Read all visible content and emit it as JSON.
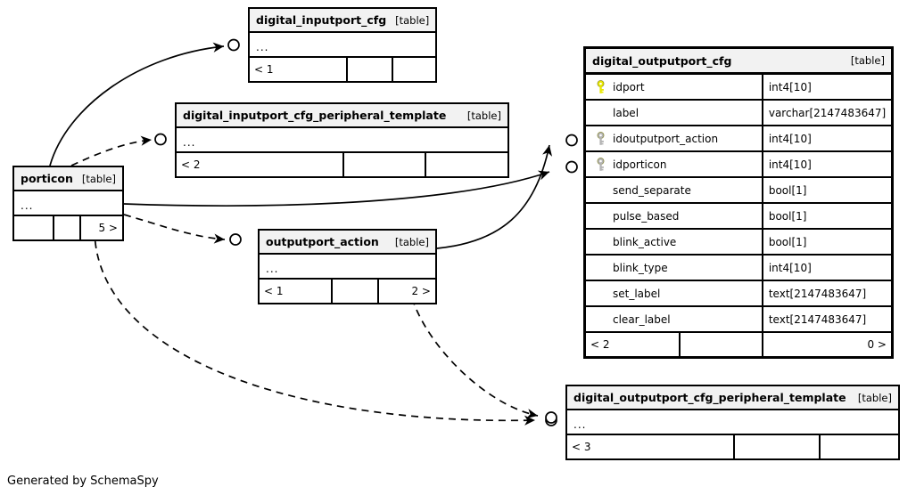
{
  "diagram": {
    "caption": "Generated by SchemaSpy",
    "table_tag": "[table]",
    "ellipsis": "...",
    "key_icon_primary": "key-icon-primary",
    "key_icon_foreign": "key-icon-foreign",
    "colors": {
      "primary_key": "#e8e800",
      "foreign_key": "#b3b3b3",
      "header_fill": "#f2f2f2",
      "border": "#000000",
      "background": "#ffffff"
    }
  },
  "tables": [
    {
      "id": "digital_inputport_cfg",
      "name": "digital_inputport_cfg",
      "tag": "[table]",
      "ellipsis": "...",
      "footer": [
        "< 1",
        "",
        ""
      ]
    },
    {
      "id": "digital_inputport_cfg_peripheral_template",
      "name": "digital_inputport_cfg_peripheral_template",
      "tag": "[table]",
      "ellipsis": "...",
      "footer": [
        "< 2",
        "",
        ""
      ]
    },
    {
      "id": "porticon",
      "name": "porticon",
      "tag": "[table]",
      "ellipsis": "...",
      "footer": [
        "",
        "",
        "5 >"
      ]
    },
    {
      "id": "outputport_action",
      "name": "outputport_action",
      "tag": "[table]",
      "ellipsis": "...",
      "footer": [
        "< 1",
        "",
        "2 >"
      ]
    },
    {
      "id": "digital_outputport_cfg",
      "name": "digital_outputport_cfg",
      "tag": "[table]",
      "footer": [
        "< 2",
        "",
        "0 >"
      ],
      "columns": [
        {
          "name": "idport",
          "type": "int4[10]",
          "key": "primary"
        },
        {
          "name": "label",
          "type": "varchar[2147483647]",
          "key": "none"
        },
        {
          "name": "idoutputport_action",
          "type": "int4[10]",
          "key": "foreign"
        },
        {
          "name": "idporticon",
          "type": "int4[10]",
          "key": "foreign"
        },
        {
          "name": "send_separate",
          "type": "bool[1]",
          "key": "none"
        },
        {
          "name": "pulse_based",
          "type": "bool[1]",
          "key": "none"
        },
        {
          "name": "blink_active",
          "type": "bool[1]",
          "key": "none"
        },
        {
          "name": "blink_type",
          "type": "int4[10]",
          "key": "none"
        },
        {
          "name": "set_label",
          "type": "text[2147483647]",
          "key": "none"
        },
        {
          "name": "clear_label",
          "type": "text[2147483647]",
          "key": "none"
        }
      ]
    },
    {
      "id": "digital_outputport_cfg_peripheral_template",
      "name": "digital_outputport_cfg_peripheral_template",
      "tag": "[table]",
      "ellipsis": "...",
      "footer": [
        "< 3",
        "",
        ""
      ]
    }
  ],
  "relationships": [
    {
      "from": "porticon",
      "to": "digital_inputport_cfg",
      "style": "solid"
    },
    {
      "from": "porticon",
      "to": "digital_inputport_cfg_peripheral_template",
      "style": "dashed"
    },
    {
      "from": "porticon",
      "to": "digital_outputport_cfg.idporticon",
      "style": "solid"
    },
    {
      "from": "porticon",
      "to": "outputport_action",
      "style": "dashed"
    },
    {
      "from": "porticon",
      "to": "digital_outputport_cfg_peripheral_template",
      "style": "dashed"
    },
    {
      "from": "outputport_action",
      "to": "digital_outputport_cfg.idoutputport_action",
      "style": "solid"
    },
    {
      "from": "outputport_action",
      "to": "digital_outputport_cfg_peripheral_template",
      "style": "dashed"
    }
  ]
}
